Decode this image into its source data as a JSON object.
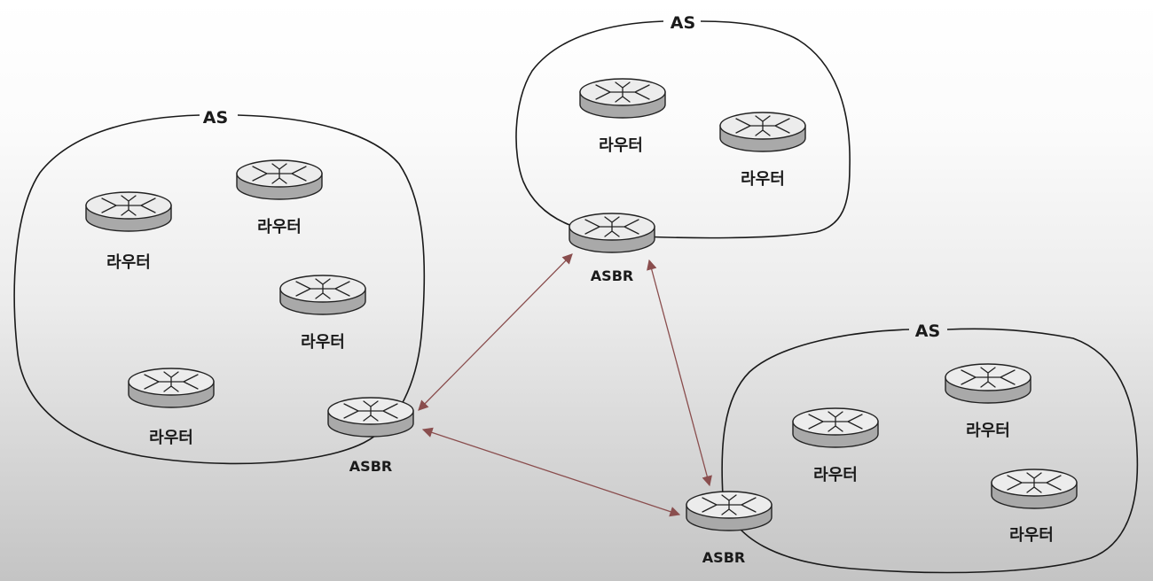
{
  "autonomous_systems": [
    {
      "id": "left",
      "label": "AS",
      "routers": [
        "라우터",
        "라우터",
        "라우터",
        "라우터"
      ],
      "asbr": "ASBR"
    },
    {
      "id": "top",
      "label": "AS",
      "routers": [
        "라우터",
        "라우터"
      ],
      "asbr": "ASBR"
    },
    {
      "id": "right",
      "label": "AS",
      "routers": [
        "라우터",
        "라우터",
        "라우터"
      ],
      "asbr": "ASBR"
    }
  ],
  "links": [
    {
      "from": "left",
      "to": "top",
      "bidirectional": true
    },
    {
      "from": "left",
      "to": "right",
      "bidirectional": true
    },
    {
      "from": "top",
      "to": "right",
      "bidirectional": true
    }
  ],
  "colors": {
    "link": "#8a4e4e",
    "outline": "#1a1a1a",
    "router_top": "#ececec",
    "router_side": "#a9a9a9"
  }
}
